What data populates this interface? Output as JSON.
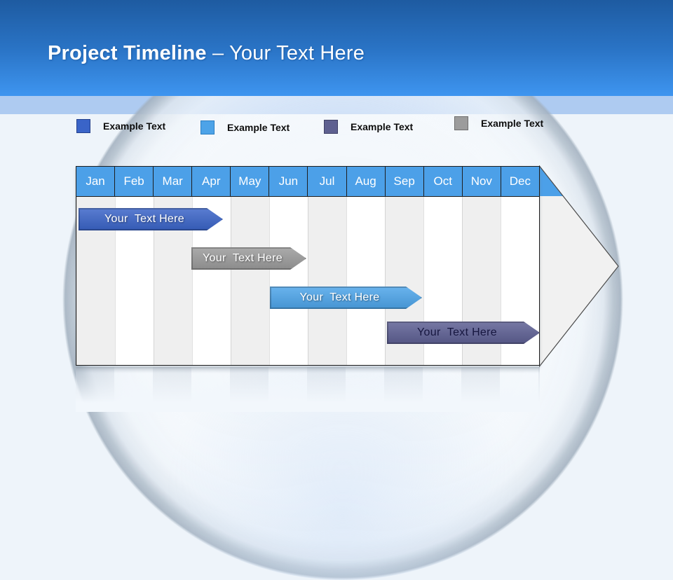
{
  "slide": {
    "title_bold": "Project Timeline ",
    "title_light": "– Your Text Here"
  },
  "legend": {
    "items": [
      {
        "label": "Example Text",
        "color": "#3A64C8",
        "border": "#24418C"
      },
      {
        "label": "Example Text",
        "color": "#4DA3E8",
        "border": "#2B7EC2"
      },
      {
        "label": "Example Text",
        "color": "#5E6090",
        "border": "#3F4166"
      },
      {
        "label": "Example Text",
        "color": "#9C9C9C",
        "border": "#6E6E6E"
      }
    ]
  },
  "timeline": {
    "months": [
      "Jan",
      "Feb",
      "Mar",
      "Apr",
      "May",
      "Jun",
      "Jul",
      "Aug",
      "Sep",
      "Oct",
      "Nov",
      "Dec"
    ],
    "header_color": "#4CA0E8",
    "bars": [
      {
        "label": "Your  Text Here",
        "color": "#3A64C8",
        "text_color": "#FFFFFF",
        "start_month": "Jan",
        "end_month": "Mar"
      },
      {
        "label": "Your  Text Here",
        "color": "#9B9B9B",
        "text_color": "#FFFFFF",
        "start_month": "Apr",
        "end_month": "Jun"
      },
      {
        "label": "Your  Text Here",
        "color": "#4DA5EA",
        "text_color": "#FFFFFF",
        "start_month": "Jun",
        "end_month": "Sep"
      },
      {
        "label": "Your  Text Here",
        "color": "#5D5F93",
        "text_color": "#16163F",
        "start_month": "Sep",
        "end_month": "Dec"
      }
    ]
  },
  "chart_data": {
    "type": "bar",
    "subtype": "gantt_timeline",
    "title": "Project Timeline – Your Text Here",
    "x_categories": [
      "Jan",
      "Feb",
      "Mar",
      "Apr",
      "May",
      "Jun",
      "Jul",
      "Aug",
      "Sep",
      "Oct",
      "Nov",
      "Dec"
    ],
    "series": [
      {
        "name": "Your Text Here",
        "start": "Jan",
        "end": "Mar",
        "row": 1,
        "color": "#3A64C8"
      },
      {
        "name": "Your Text Here",
        "start": "Apr",
        "end": "Jun",
        "row": 2,
        "color": "#9B9B9B"
      },
      {
        "name": "Your Text Here",
        "start": "Jun",
        "end": "Sep",
        "row": 3,
        "color": "#4DA5EA"
      },
      {
        "name": "Your Text Here",
        "start": "Sep",
        "end": "Dec",
        "row": 4,
        "color": "#5D5F93"
      }
    ],
    "legend_entries": [
      "Example Text",
      "Example Text",
      "Example Text",
      "Example Text"
    ],
    "legend_position": "top",
    "grid": "vertical-month-stripes",
    "xlabel": "",
    "ylabel": ""
  }
}
